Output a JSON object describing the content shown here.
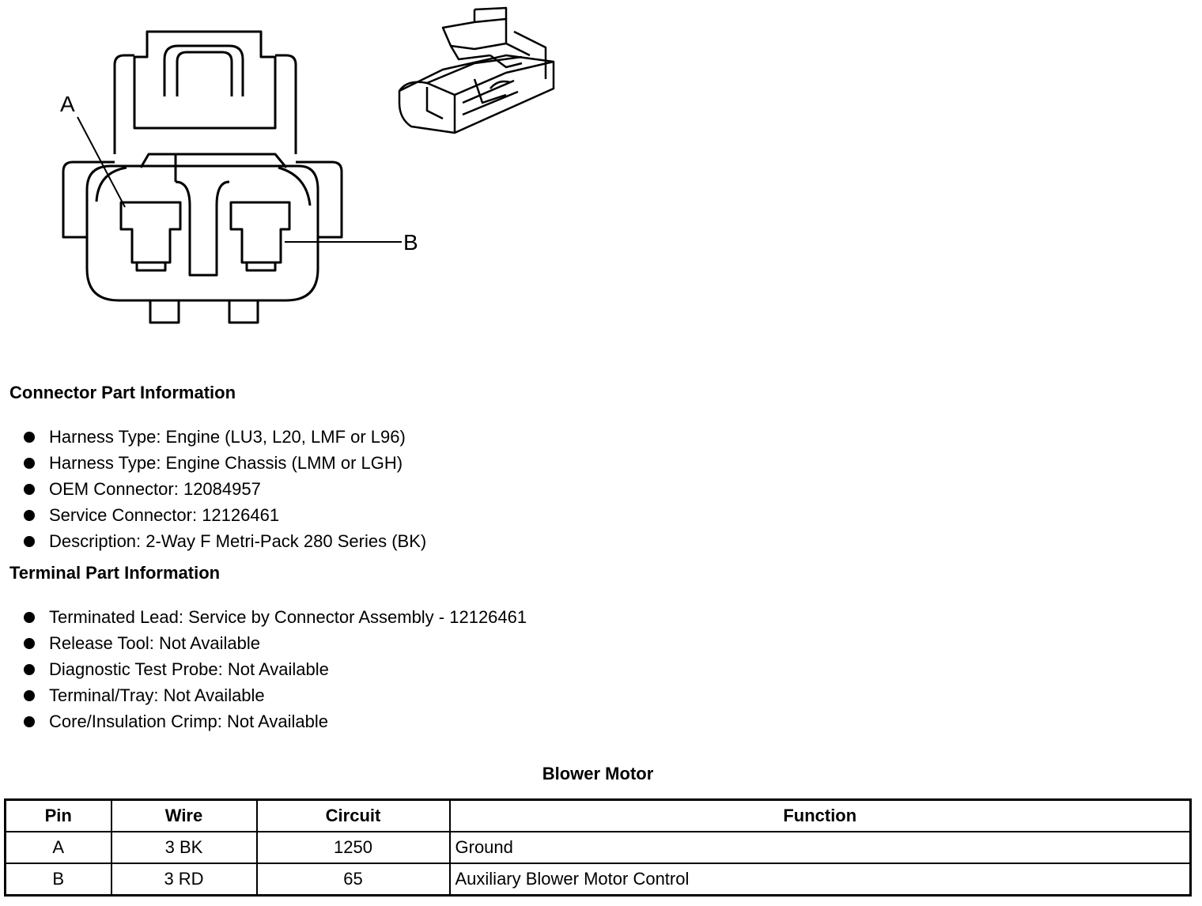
{
  "diagram": {
    "label_a": "A",
    "label_b": "B"
  },
  "connector_info": {
    "title": "Connector Part Information",
    "items": [
      "Harness Type: Engine (LU3, L20, LMF or L96)",
      "Harness Type: Engine Chassis (LMM or LGH)",
      "OEM Connector: 12084957",
      "Service Connector: 12126461",
      "Description: 2-Way F Metri-Pack 280 Series (BK)"
    ]
  },
  "terminal_info": {
    "title": "Terminal Part Information",
    "items": [
      "Terminated Lead: Service by Connector Assembly - 12126461",
      "Release Tool: Not Available",
      "Diagnostic Test Probe: Not Available",
      "Terminal/Tray: Not Available",
      "Core/Insulation Crimp: Not Available"
    ]
  },
  "table": {
    "title": "Blower Motor",
    "headers": [
      "Pin",
      "Wire",
      "Circuit",
      "Function"
    ],
    "rows": [
      [
        "A",
        "3 BK",
        "1250",
        "Ground"
      ],
      [
        "B",
        "3 RD",
        "65",
        "Auxiliary Blower Motor Control"
      ]
    ]
  }
}
